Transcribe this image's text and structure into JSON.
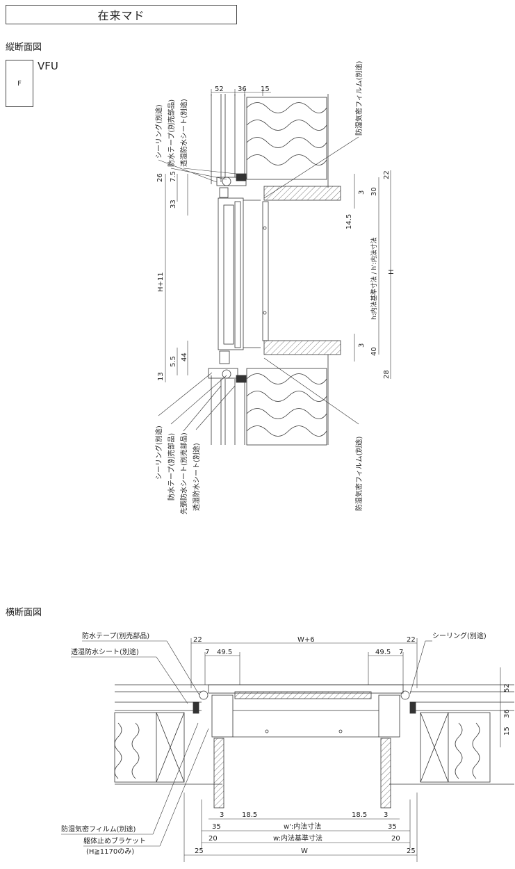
{
  "title": "在来マド",
  "vertical_section": {
    "label": "縦断面図",
    "frame_type": "F",
    "model": "VFU",
    "callouts_top": [
      "シーリング(別途)",
      "防水テープ(別売部品)",
      "透湿防水シート(別途)"
    ],
    "callout_film_top": "防湿気密フィルム(別途)",
    "callouts_bottom": [
      "シーリング(別途)",
      "防水テープ(別売部品)",
      "先張防水シート(別売部品)",
      "透湿防水シート(別途)"
    ],
    "callout_film_bottom": "防湿気密フィルム(別途)",
    "dims": {
      "top_52": "52",
      "top_36": "36",
      "top_15": "15",
      "d26": "26",
      "d7_5": "7.5",
      "d33": "33",
      "h11": "H+11",
      "d5_5": "5.5",
      "d44": "44",
      "d13": "13",
      "d22": "22",
      "d30": "30",
      "d3a": "3",
      "d14_5": "14.5",
      "d3b": "3",
      "d40": "40",
      "d28": "28",
      "h_inner": "h:内法基準寸法 / h':内法寸法",
      "H": "H"
    }
  },
  "horizontal_section": {
    "label": "横断面図",
    "callout_tape": "防水テープ(別売部品)",
    "callout_sheet": "透湿防水シート(別途)",
    "callout_sealing": "シーリング(別途)",
    "callout_film": "防湿気密フィルム(別途)",
    "callout_bracket": "躯体止めブラケット",
    "callout_bracket_note": "(H≧1170のみ)",
    "dims": {
      "l22": "22",
      "w6": "W+6",
      "r22": "22",
      "l7": "7",
      "l49_5": "49.5",
      "r49_5": "49.5",
      "r7": "7",
      "v52": "52",
      "v36": "36",
      "v15": "15",
      "l3": "3",
      "l18_5": "18.5",
      "r18_5": "18.5",
      "r3": "3",
      "l35": "35",
      "w_inner_real": "w':内法寸法",
      "r35": "35",
      "l20": "20",
      "w_inner_std": "w:内法基準寸法",
      "r20": "20",
      "l25": "25",
      "W": "W",
      "r25": "25"
    }
  }
}
